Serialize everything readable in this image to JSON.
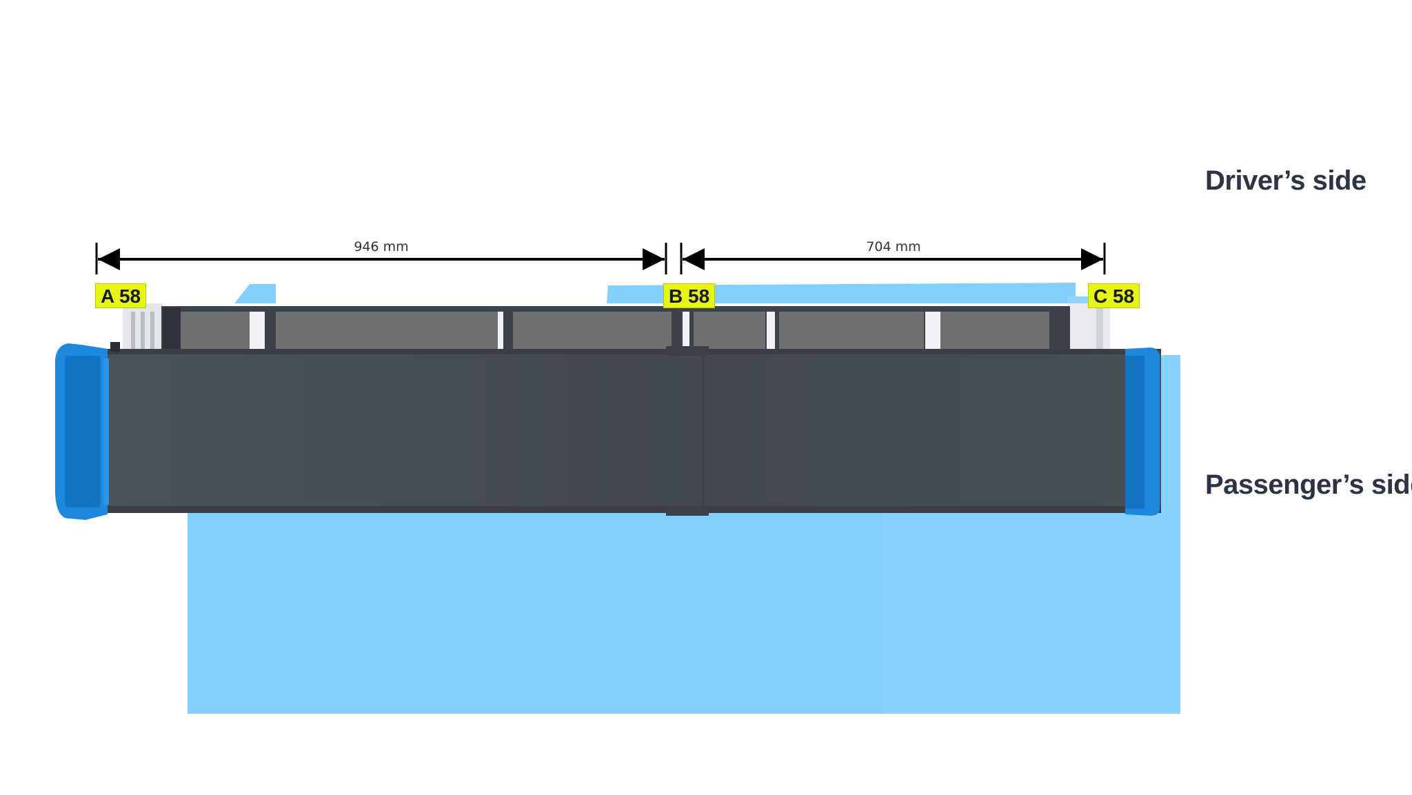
{
  "sides": {
    "driver": "Driver’s side",
    "passenger": "Passenger’s side"
  },
  "markers": [
    {
      "id": "a",
      "text": "A 58"
    },
    {
      "id": "b",
      "text": "B 58"
    },
    {
      "id": "c",
      "text": "C 58"
    }
  ],
  "dimensions": [
    {
      "from": "a",
      "to": "b",
      "text": "946 mm"
    },
    {
      "from": "b",
      "to": "c",
      "text": "704 mm"
    }
  ],
  "colors": {
    "floor": "#82cffc",
    "panel": "#474e58",
    "cap": "#1e88dd",
    "crossbar": "#6f6f6f",
    "marker": "#e6f70f",
    "label": "#2b3445"
  }
}
